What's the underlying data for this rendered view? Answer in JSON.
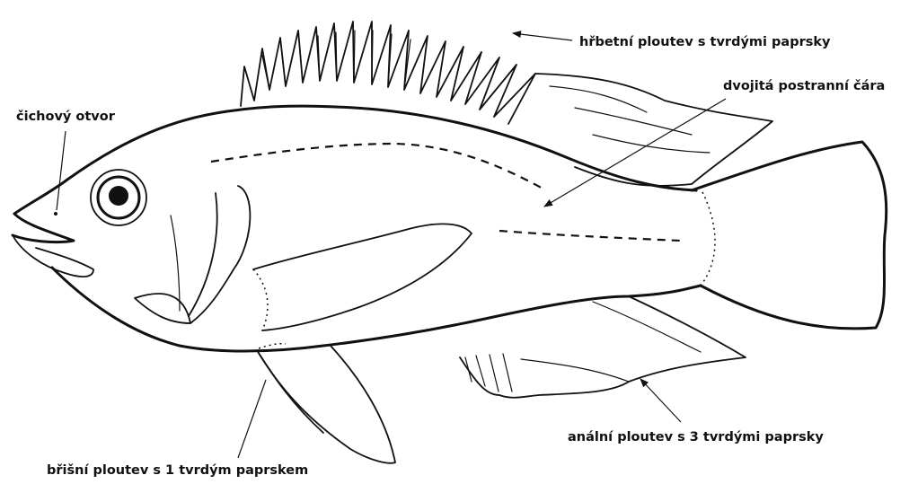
{
  "labels": {
    "dorsal_fin": "hřbetní ploutev s tvrdými paprsky",
    "lateral_line": "dvojitá postranní čára",
    "nostril": "čichový otvor",
    "anal_fin": "anální ploutev s 3 tvrdými paprsky",
    "pelvic_fin": "břišní ploutev s 1 tvrdým paprskem"
  }
}
